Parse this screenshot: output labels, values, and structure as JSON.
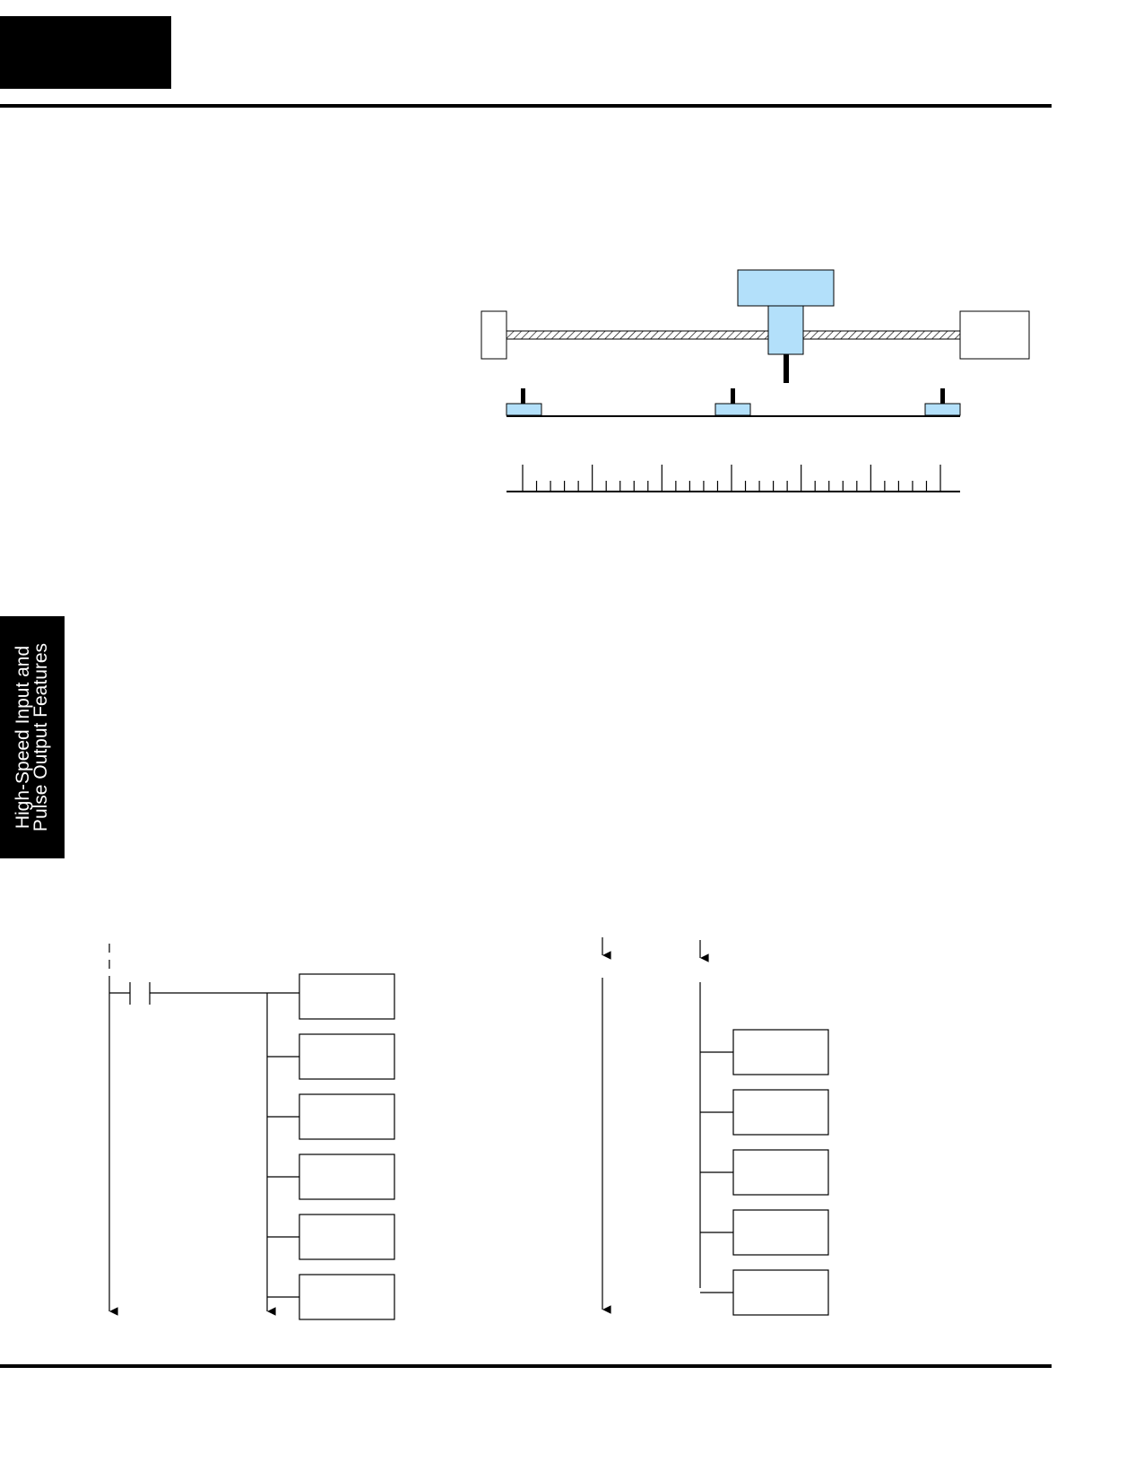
{
  "page": {
    "side_tab": {
      "line1": "High-Speed Input and",
      "line2": "Pulse Output Features"
    }
  },
  "colors": {
    "carriage_fill": "#b3e0fa",
    "ink": "#000000",
    "tab_background": "#000000",
    "tab_text": "#ffffff"
  },
  "figures": {
    "ladder_left": {
      "instruction_box_count": 6
    },
    "ladder_right": {
      "instruction_box_count": 5
    },
    "linear_axis": {
      "sensor_count": 3,
      "scale_major_ticks": 7,
      "scale_minor_ticks_per_division": 4
    }
  }
}
